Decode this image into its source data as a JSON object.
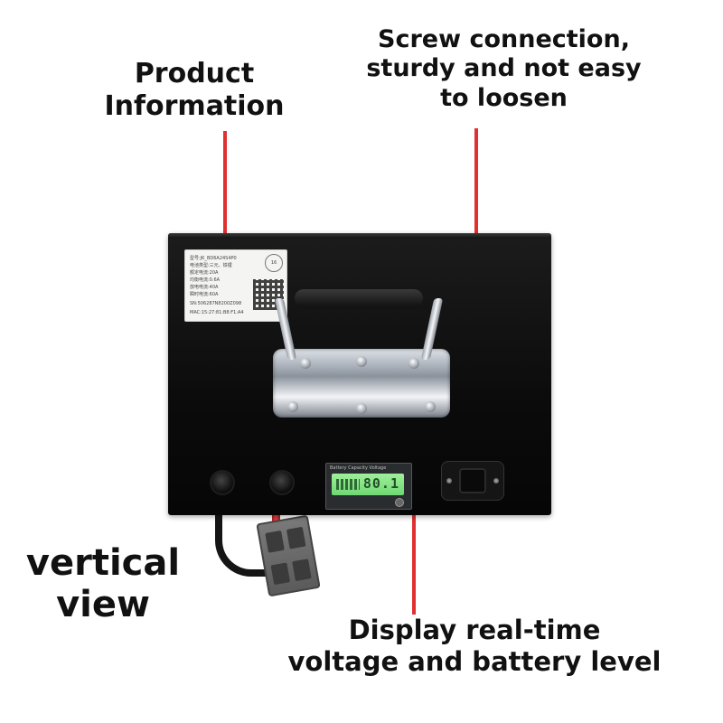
{
  "captions": {
    "product_information": [
      "Product",
      "Information"
    ],
    "screw_connection": [
      "Screw connection,",
      "sturdy and not easy",
      "to loosen"
    ],
    "vertical_view": [
      "vertical",
      "view"
    ],
    "display": [
      "Display real-time",
      "voltage and battery level"
    ]
  },
  "colors": {
    "leader_line": "#e03030",
    "caption_text": "#111111",
    "battery_box": "#0b0b0b",
    "lcd_backlight": "#8de688"
  },
  "product_label": {
    "lines": [
      "型号:JK_BD6A24S4P0",
      "电池类型:三元、铁锂",
      "额定电流:20A",
      "均衡电流:0.6A",
      "放电电流:40A",
      "瞬时电流:60A",
      "SN:506287N8200Z098",
      "MAC:15:27:81:B8:F1:A4"
    ],
    "badge": "16"
  },
  "display_panel": {
    "title": "Battery Capacity Voltage",
    "reading": "80.1"
  },
  "icons": {
    "handle": "carry-handle-icon",
    "screw": "screw-icon",
    "port": "dc-port-icon",
    "plug": "anderson-plug-icon"
  }
}
